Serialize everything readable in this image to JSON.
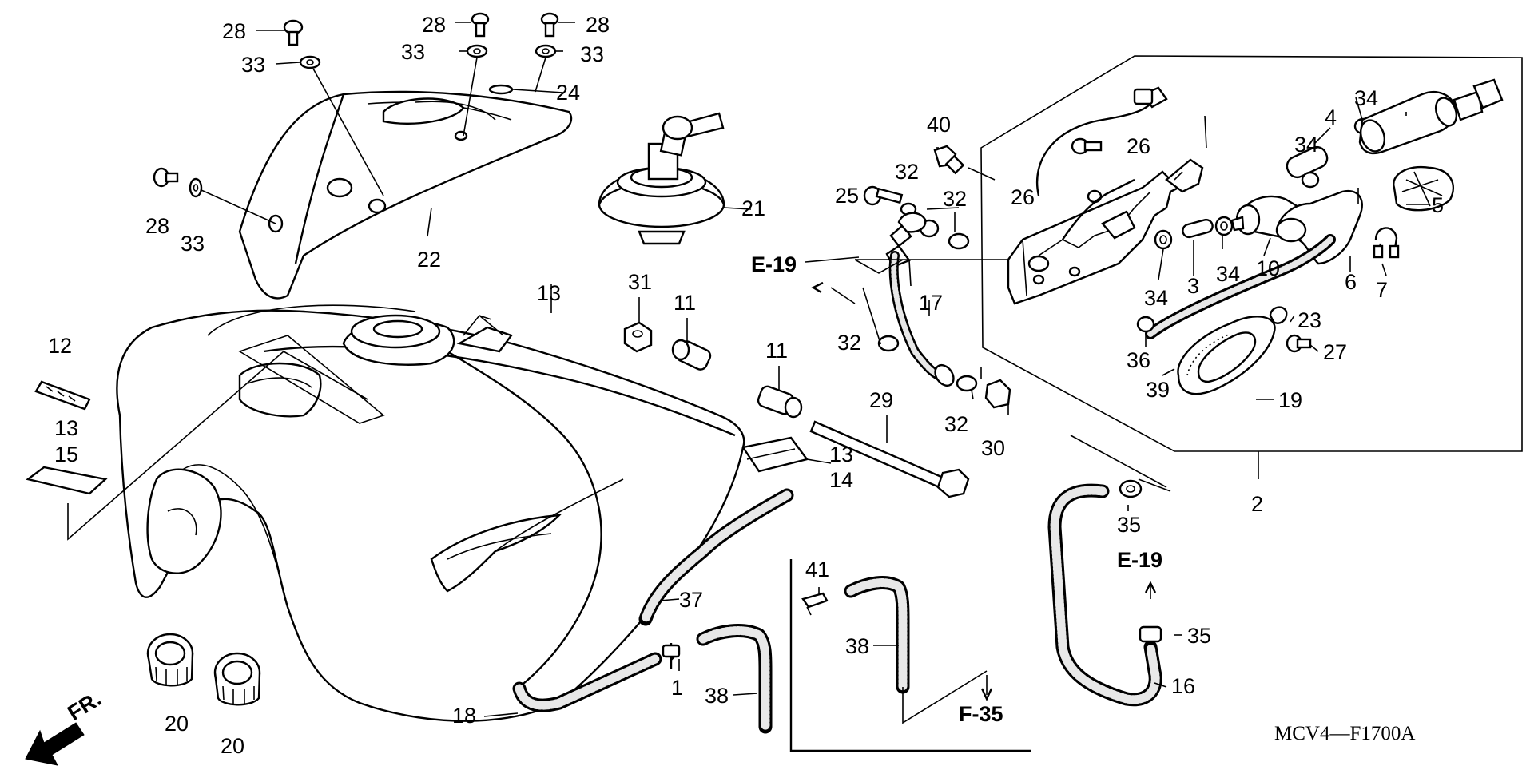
{
  "diagram": {
    "code": "MCV4—F1700A",
    "front_arrow_label": "FR.",
    "references": [
      "E-19",
      "E-19",
      "F-35"
    ],
    "callouts": [
      {
        "id": "c28a",
        "label": "28"
      },
      {
        "id": "c33a",
        "label": "33"
      },
      {
        "id": "c28b",
        "label": "28"
      },
      {
        "id": "c33b",
        "label": "33"
      },
      {
        "id": "c28c",
        "label": "28"
      },
      {
        "id": "c33c",
        "label": "33"
      },
      {
        "id": "c24",
        "label": "24"
      },
      {
        "id": "c28d",
        "label": "28"
      },
      {
        "id": "c33d",
        "label": "33"
      },
      {
        "id": "c22",
        "label": "22"
      },
      {
        "id": "c21",
        "label": "21"
      },
      {
        "id": "c13a",
        "label": "13"
      },
      {
        "id": "c12",
        "label": "12"
      },
      {
        "id": "c13b",
        "label": "13"
      },
      {
        "id": "c15",
        "label": "15"
      },
      {
        "id": "c31",
        "label": "31"
      },
      {
        "id": "c11a",
        "label": "11"
      },
      {
        "id": "c11b",
        "label": "11"
      },
      {
        "id": "c29",
        "label": "29"
      },
      {
        "id": "c13c",
        "label": "13"
      },
      {
        "id": "c14",
        "label": "14"
      },
      {
        "id": "c40",
        "label": "40"
      },
      {
        "id": "c32a",
        "label": "32"
      },
      {
        "id": "c32b",
        "label": "32"
      },
      {
        "id": "c25",
        "label": "25"
      },
      {
        "id": "c26a",
        "label": "26"
      },
      {
        "id": "c26b",
        "label": "26"
      },
      {
        "id": "c17",
        "label": "17"
      },
      {
        "id": "c32c",
        "label": "32"
      },
      {
        "id": "c32d",
        "label": "32"
      },
      {
        "id": "c30",
        "label": "30"
      },
      {
        "id": "c34a",
        "label": "34"
      },
      {
        "id": "c4",
        "label": "4"
      },
      {
        "id": "c34b",
        "label": "34"
      },
      {
        "id": "c5",
        "label": "5"
      },
      {
        "id": "c34c",
        "label": "34"
      },
      {
        "id": "c3",
        "label": "3"
      },
      {
        "id": "c34d",
        "label": "34"
      },
      {
        "id": "c10",
        "label": "10"
      },
      {
        "id": "c6",
        "label": "6"
      },
      {
        "id": "c7",
        "label": "7"
      },
      {
        "id": "c23",
        "label": "23"
      },
      {
        "id": "c27",
        "label": "27"
      },
      {
        "id": "c36",
        "label": "36"
      },
      {
        "id": "c39",
        "label": "39"
      },
      {
        "id": "c19",
        "label": "19"
      },
      {
        "id": "c2",
        "label": "2"
      },
      {
        "id": "c35a",
        "label": "35"
      },
      {
        "id": "c35b",
        "label": "35"
      },
      {
        "id": "c16",
        "label": "16"
      },
      {
        "id": "c37",
        "label": "37"
      },
      {
        "id": "c1",
        "label": "1"
      },
      {
        "id": "c38a",
        "label": "38"
      },
      {
        "id": "c18",
        "label": "18"
      },
      {
        "id": "c41",
        "label": "41"
      },
      {
        "id": "c38b",
        "label": "38"
      },
      {
        "id": "c20a",
        "label": "20"
      },
      {
        "id": "c20b",
        "label": "20"
      }
    ]
  }
}
